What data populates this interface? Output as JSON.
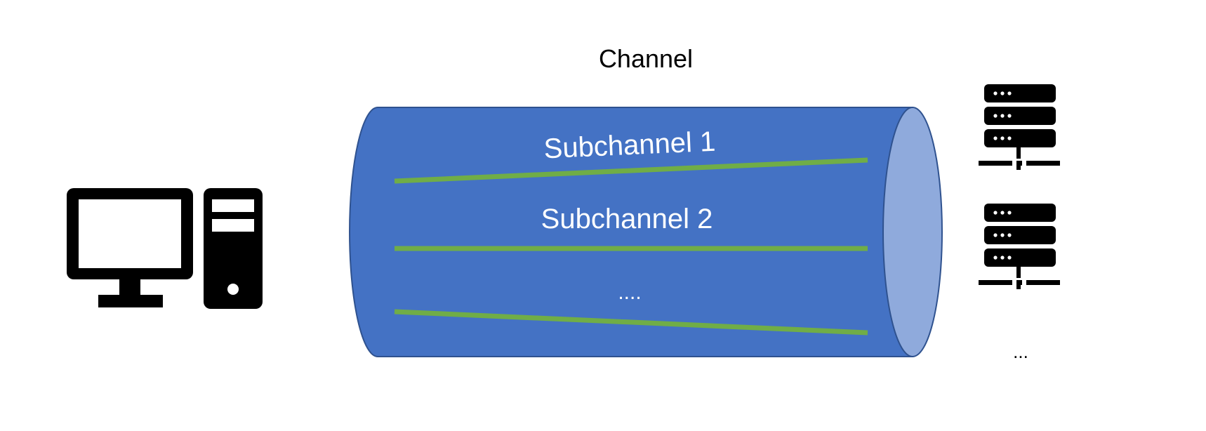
{
  "title": "Channel",
  "subchannels": [
    "Subchannel 1",
    "Subchannel 2",
    "...."
  ],
  "servers_more": "...",
  "icons": {
    "client": "desktop-computer-icon",
    "server": "server-rack-icon"
  },
  "colors": {
    "pipe_body": "#4472C4",
    "pipe_end": "#8FAADC",
    "pipe_stroke": "#2F528F",
    "subchannel_line": "#70AD47",
    "icon": "#000000",
    "text_on_pipe": "#FFFFFF",
    "text": "#000000"
  }
}
